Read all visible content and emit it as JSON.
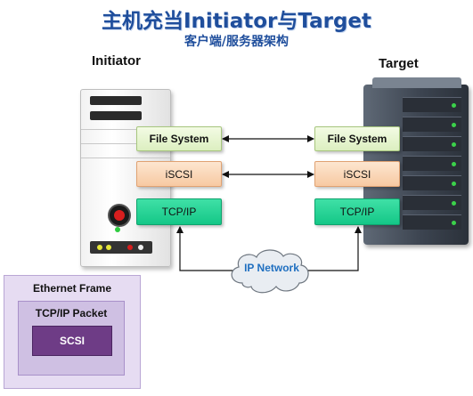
{
  "title": "主机充当Initiator与Target",
  "subtitle": "客户端/服务器架构",
  "initiator": {
    "label": "Initiator",
    "layers": [
      "File System",
      "iSCSI",
      "TCP/IP"
    ]
  },
  "target": {
    "label": "Target",
    "layers": [
      "File System",
      "iSCSI",
      "TCP/IP"
    ]
  },
  "network": {
    "label": "IP Network"
  },
  "encapsulation": {
    "outer": "Ethernet  Frame",
    "middle": "TCP/IP Packet",
    "inner": "SCSI"
  },
  "colors": {
    "title": "#1f4e9c",
    "file_system": "#dcefc0",
    "iscsi": "#f7c9a2",
    "tcp_ip": "#14c787",
    "network_text": "#1f6fc0",
    "frame_outer": "#e6dcf2",
    "frame_mid": "#cfc0e3",
    "frame_inner": "#6e3c86"
  },
  "icons": [
    "desktop-tower-icon",
    "server-rack-icon",
    "cloud-icon",
    "power-button-icon"
  ]
}
